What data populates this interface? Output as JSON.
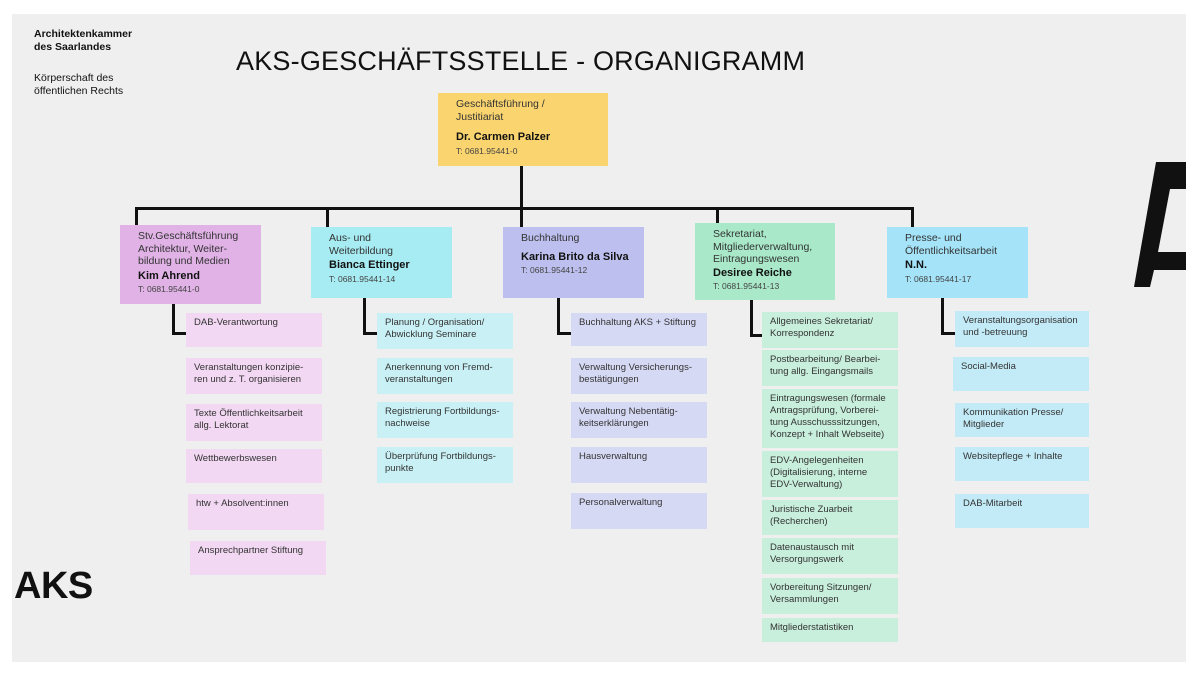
{
  "org": {
    "name_line1": "Architektenkammer",
    "name_line2": "des Saarlandes",
    "type_line1": "Körperschaft des",
    "type_line2": "öffentlichen Rechts"
  },
  "title": "AKS-GESCHÄFTSSTELLE - ORGANIGRAMM",
  "top": {
    "dept": "Geschäftsführung /\nJustitiariat",
    "person": "Dr. Carmen Palzer",
    "phone": "T: 0681.95441-0",
    "color": "#fad46e"
  },
  "departments": [
    {
      "dept": "Stv.Geschäftsführung\nArchitektur, Weiter-\nbildung und Medien",
      "person": "Kim Ahrend",
      "phone": "T: 0681.95441-0",
      "color": "#e0b2e6",
      "task_color": "#f2d8f2",
      "tasks": [
        "DAB-Verantwortung",
        "Veranstaltungen konzipie-\nren und z. T. organisieren",
        "Texte Öffentlichkeitsarbeit\nallg. Lektorat",
        "Wettbewerbswesen",
        "htw + Absolvent:innen",
        "Ansprechpartner Stiftung"
      ]
    },
    {
      "dept": "Aus- und\nWeiterbildung",
      "person": "Bianca Ettinger",
      "phone": "T: 0681.95441-14",
      "color": "#a7ecf3",
      "task_color": "#c9f1f5",
      "tasks": [
        "Planung / Organisation/\nAbwicklung Seminare",
        "Anerkennung von Fremd-\nveranstaltungen",
        "Registrierung Fortbildungs-\nnachweise",
        "Überprüfung Fortbildungs-\npunkte"
      ]
    },
    {
      "dept": "Buchhaltung",
      "person": "Karina Brito da Silva",
      "phone": "T: 0681.95441-12",
      "color": "#bdc0ee",
      "task_color": "#d6d9f4",
      "tasks": [
        "Buchhaltung AKS + Stiftung",
        "Verwaltung Versicherungs-\nbestätigungen",
        "Verwaltung Nebentätig-\nkeitserklärungen",
        "Hausverwaltung",
        "Personalverwaltung"
      ]
    },
    {
      "dept": "Sekretariat,\nMitgliederverwaltung,\nEintragungswesen",
      "person": "Desiree Reiche",
      "phone": "T: 0681.95441-13",
      "color": "#a9e9c9",
      "task_color": "#c8eedc",
      "tasks": [
        "Allgemeines Sekretariat/\nKorrespondenz",
        "Postbearbeitung/ Bearbei-\ntung allg. Eingangsmails",
        "Eintragungswesen (formale\nAntragsprüfung, Vorberei-\ntung Ausschusssitzungen,\nKonzept + Inhalt Webseite)",
        "EDV-Angelegenheiten\n(Digitalisierung, interne\nEDV-Verwaltung)",
        "Juristische Zuarbeit\n(Recherchen)",
        "Datenaustausch mit\nVersorgungswerk",
        "Vorbereitung Sitzungen/\nVersammlungen",
        "Mitgliederstatistiken"
      ]
    },
    {
      "dept": "Presse- und\nÖffentlichkeitsarbeit",
      "person": "N.N.",
      "phone": "T: 0681.95441-17",
      "color": "#a4e3f8",
      "task_color": "#c3ebf7",
      "tasks": [
        "Veranstaltungsorganisation\nund -betreuung",
        "Social-Media",
        "Kommunikation Presse/\nMitglieder",
        "Websitepflege + Inhalte",
        "DAB-Mitarbeit"
      ]
    }
  ],
  "logo_text": "AKS",
  "logo_partial_text": "A"
}
